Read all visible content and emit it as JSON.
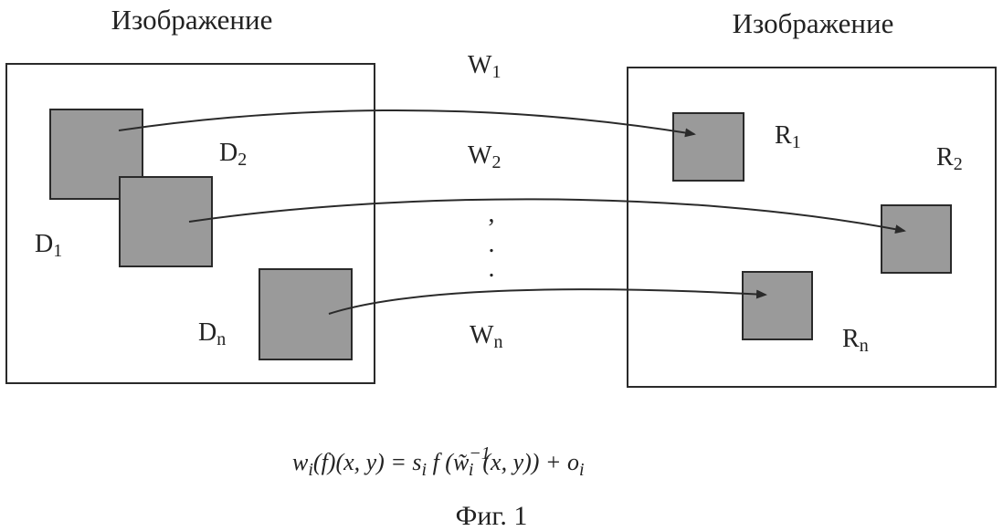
{
  "left_panel": {
    "title": "Изображение"
  },
  "right_panel": {
    "title": "Изображение"
  },
  "domains": [
    {
      "label": "D",
      "sub": "1"
    },
    {
      "label": "D",
      "sub": "2"
    },
    {
      "label": "D",
      "sub": "n"
    }
  ],
  "ranges": [
    {
      "label": "R",
      "sub": "1"
    },
    {
      "label": "R",
      "sub": "2"
    },
    {
      "label": "R",
      "sub": "n"
    }
  ],
  "maps": [
    {
      "label": "W",
      "sub": "1"
    },
    {
      "label": "W",
      "sub": "2"
    },
    {
      "label": "W",
      "sub": "n"
    }
  ],
  "ellipsis": [
    ",",
    ".",
    "."
  ],
  "formula": {
    "w": "w",
    "i": "i",
    "f_args": "(f)(x, y) = s",
    "f2": " f (",
    "w_tilde": "w̃",
    "exp": "−1",
    "tail": "(x, y)) + o"
  },
  "caption": "Фиг. 1"
}
